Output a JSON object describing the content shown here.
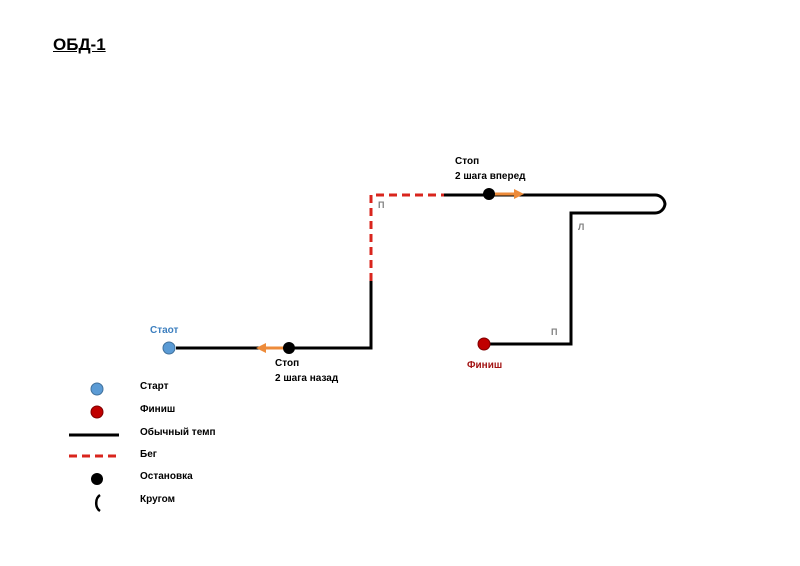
{
  "title": "ОБД-1",
  "route": {
    "start_label": "Стаот",
    "finish_label": "Финиш",
    "stop1": {
      "line1": "Стоп",
      "line2": "2 шага назад"
    },
    "stop2": {
      "line1": "Стоп",
      "line2": "2 шага вперед"
    },
    "turn_p1": "П",
    "turn_l": "Л",
    "turn_p2": "П"
  },
  "legend": {
    "start": "Старт",
    "finish": "Финиш",
    "normal": "Обычный темп",
    "run": "Бег",
    "stop": "Остановка",
    "turn": "Кругом"
  },
  "colors": {
    "start": "#5b9bd5",
    "finish": "#c00000",
    "run": "#d9251d",
    "arrow": "#ed8b3a",
    "line": "#000000"
  }
}
